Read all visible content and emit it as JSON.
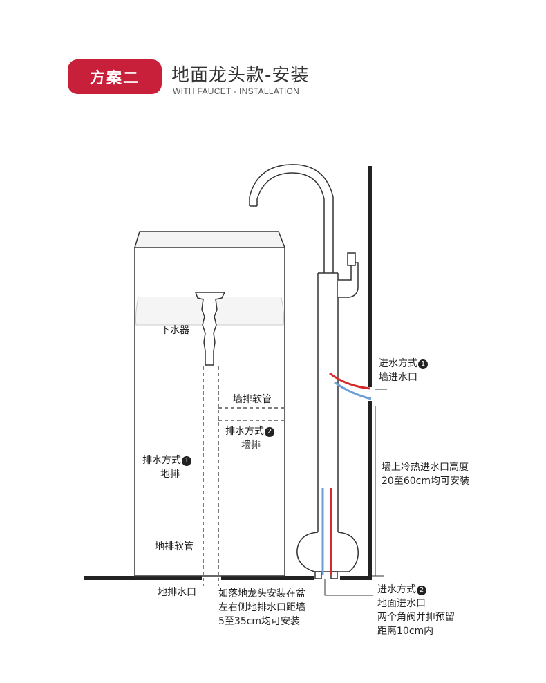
{
  "header": {
    "badge": "方案二",
    "title": "地面龙头款-安装",
    "subtitle": "WITH FAUCET - INSTALLATION"
  },
  "labels": {
    "drain_fitting": "下水器",
    "wall_drain_hose": "墙排软管",
    "drain_method_2": "排水方式",
    "drain_method_2_num": "2",
    "wall_drain": "墙排",
    "drain_method_1": "排水方式",
    "drain_method_1_num": "1",
    "floor_drain": "地排",
    "floor_drain_hose": "地排软管",
    "floor_drain_outlet": "地排水口",
    "note_floor_faucet": [
      "如落地龙头安装在盆",
      "左右侧地排水口距墙",
      "5至35cm均可安装"
    ],
    "inlet_method_1": "进水方式",
    "inlet_method_1_num": "1",
    "wall_inlet": "墙进水口",
    "note_wall_height": [
      "墙上冷热进水口高度",
      "20至60cm均可安装"
    ],
    "inlet_method_2": "进水方式",
    "inlet_method_2_num": "2",
    "note_floor_inlet": [
      "地面进水口",
      "两个角阀并排预留",
      "距离10cm内"
    ]
  },
  "colors": {
    "accent": "#c8203a",
    "hot_pipe": "#d42a2a",
    "cold_pipe": "#6b9fd8",
    "line": "#222222"
  }
}
